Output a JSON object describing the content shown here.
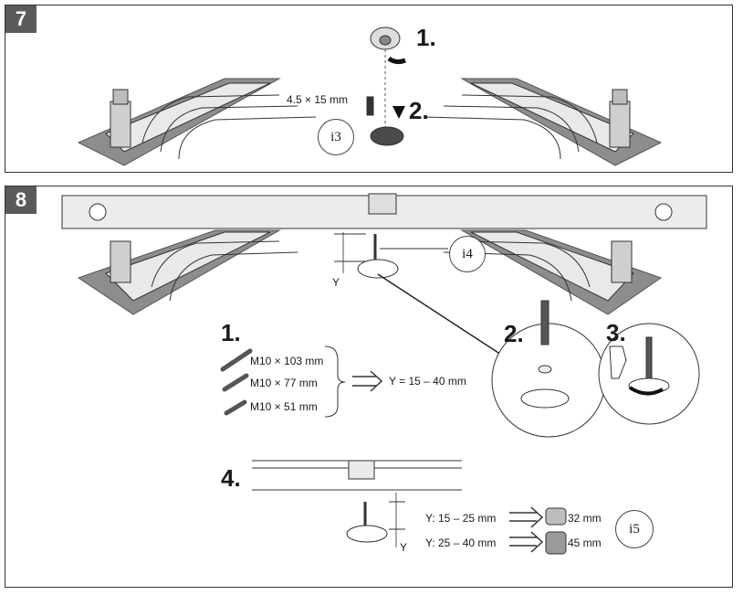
{
  "step7": {
    "number": "7",
    "sub1": "1.",
    "sub2": "2.",
    "screw_size": "4.5 × 15 mm",
    "ref": "i3"
  },
  "step8": {
    "number": "8",
    "ref_top": "i4",
    "y_label": "Y",
    "sub1": "1.",
    "sub2": "2.",
    "sub3": "3.",
    "sub4": "4.",
    "rods": [
      "M10 × 103 mm",
      "M10 × 77 mm",
      "M10 × 51 mm"
    ],
    "rod_result": "Y = 15 – 40 mm",
    "spacer_rows": [
      {
        "range": "Y: 15 – 25 mm",
        "size": "32 mm"
      },
      {
        "range": "Y: 25 – 40 mm",
        "size": "45 mm"
      }
    ],
    "ref_bottom": "i5",
    "y_label_bottom": "Y"
  }
}
